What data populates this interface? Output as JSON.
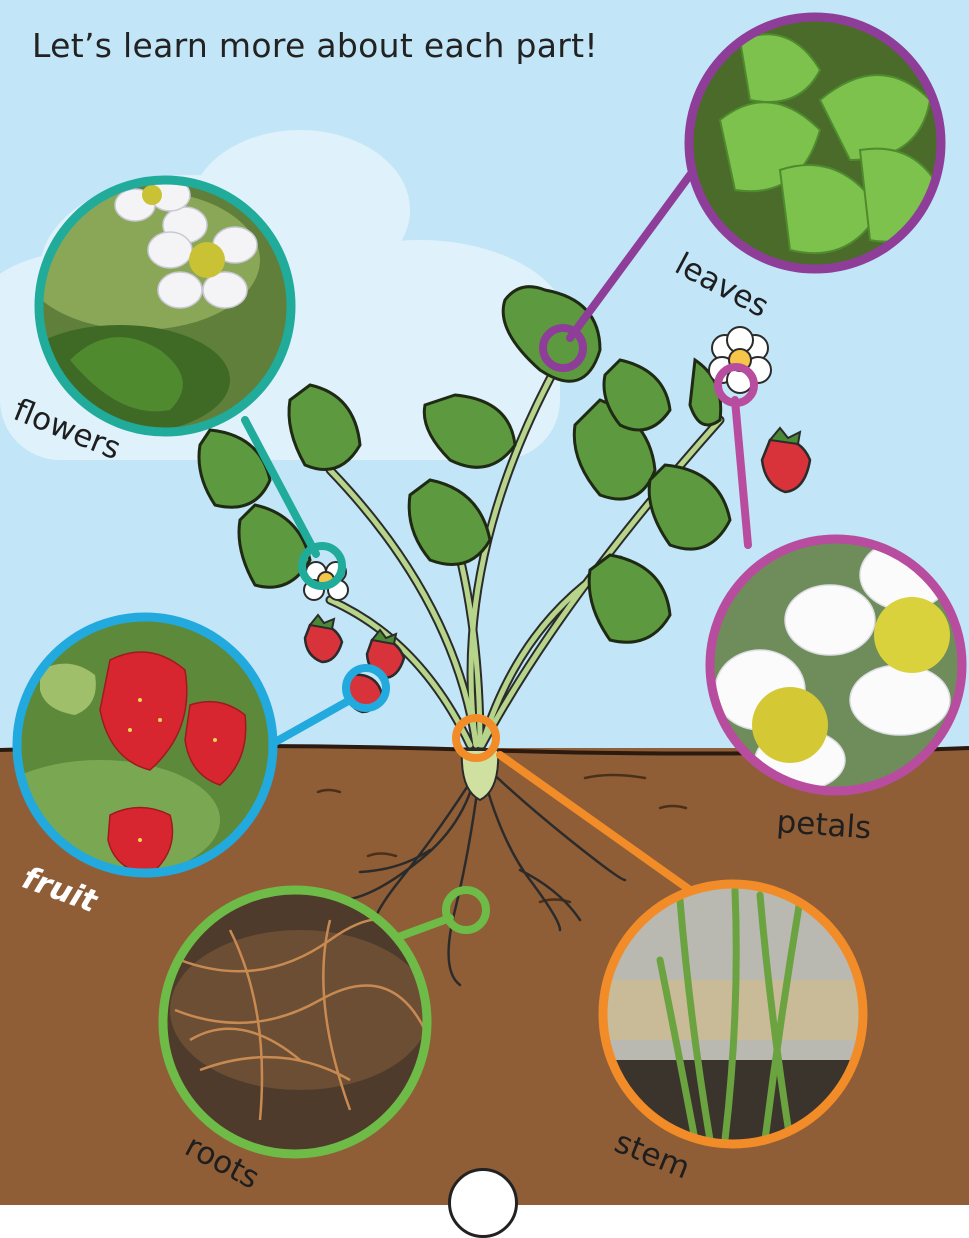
{
  "heading": "Let’s learn more about each part!",
  "labels": {
    "flowers": "flowers",
    "leaves": "leaves",
    "petals": "petals",
    "fruit": "fruit",
    "roots": "roots",
    "stem": "stem"
  },
  "colors": {
    "sky": "#c2e6f7",
    "cloud": "#dff1fb",
    "soil": "#8f5e37",
    "flowers_ring": "#20ab9a",
    "leaves_ring": "#8e3e98",
    "petals_ring": "#b84c9e",
    "fruit_ring": "#22a9de",
    "roots_ring": "#6fbb47",
    "stem_ring": "#f28c28"
  }
}
